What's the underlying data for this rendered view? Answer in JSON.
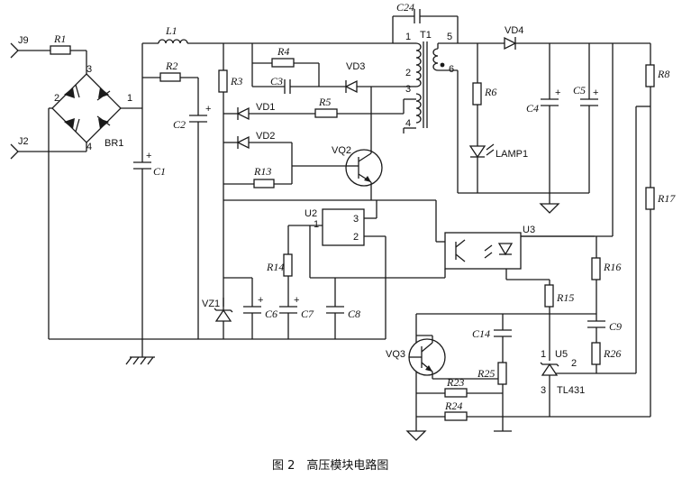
{
  "caption": "图 2　高压模块电路图",
  "connectors": {
    "j9": "J9",
    "j2": "J2"
  },
  "bridge": {
    "name": "BR1",
    "pin1": "1",
    "pin2": "2",
    "pin3": "3",
    "pin4": "4"
  },
  "resistors": {
    "r1": "R1",
    "r2": "R2",
    "r3": "R3",
    "r4": "R4",
    "r5": "R5",
    "r6": "R6",
    "r8": "R8",
    "r13": "R13",
    "r14": "R14",
    "r15": "R15",
    "r16": "R16",
    "r17": "R17",
    "r23": "R23",
    "r24": "R24",
    "r25": "R25",
    "r26": "R26"
  },
  "capacitors": {
    "c1": "C1",
    "c2": "C2",
    "c3": "C3",
    "c4": "C4",
    "c5": "C5",
    "c6": "C6",
    "c7": "C7",
    "c8": "C8",
    "c9": "C9",
    "c14": "C14",
    "c24": "C24"
  },
  "inductor": "L1",
  "diodes": {
    "vd1": "VD1",
    "vd2": "VD2",
    "vd3": "VD3",
    "vd4": "VD4",
    "vz1": "VZ1"
  },
  "transistors": {
    "vq2": "VQ2",
    "vq3": "VQ3"
  },
  "ics": {
    "u2": "U2",
    "u3": "U3",
    "u5": "U5",
    "tl431": "TL431"
  },
  "transformer": {
    "name": "T1",
    "p1": "1",
    "p2": "2",
    "p3": "3",
    "p4": "4",
    "p5": "5",
    "p6": "6"
  },
  "u2_pins": {
    "p1": "1",
    "p2": "2",
    "p3": "3"
  },
  "u5_pins": {
    "p1": "1",
    "p2": "2",
    "p3": "3"
  },
  "lamp": "LAMP1",
  "plus": "+"
}
